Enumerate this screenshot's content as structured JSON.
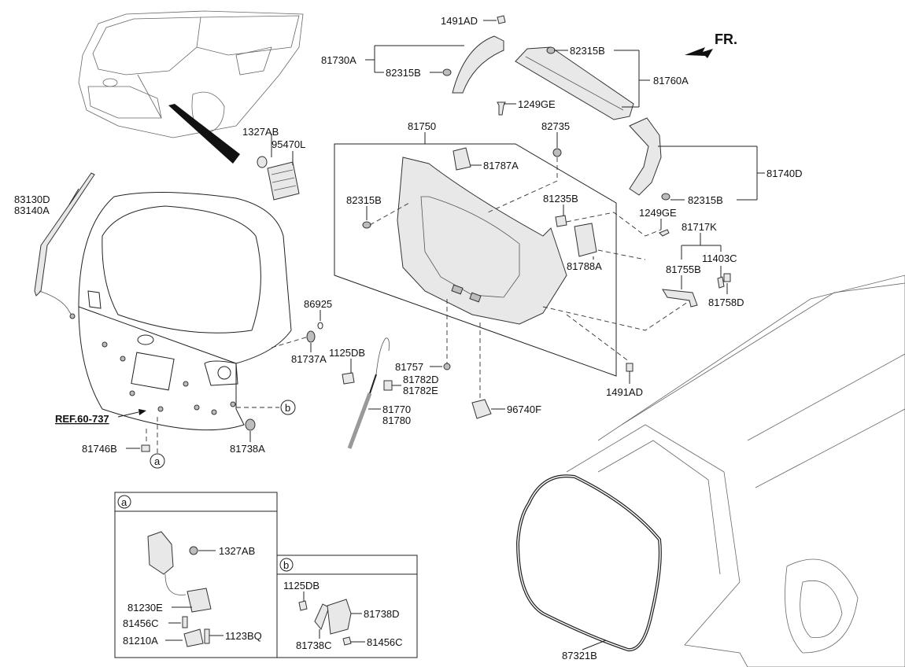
{
  "direction_label": "FR.",
  "ref_label": "REF.60-737",
  "detail_a": {
    "marker": "a",
    "labels": [
      "1327AB",
      "81230E",
      "81456C",
      "81210A",
      "1123BQ"
    ]
  },
  "detail_b": {
    "marker": "b",
    "labels": [
      "1125DB",
      "81738D",
      "81738C",
      "81456C"
    ]
  },
  "callouts": {
    "p1491AD_top": "1491AD",
    "p81730A": "81730A",
    "p82315B_a": "82315B",
    "p82315B_b": "82315B",
    "p81760A": "81760A",
    "p1249GE_a": "1249GE",
    "p81750": "81750",
    "p82735": "82735",
    "p1327AB": "1327AB",
    "p95470L": "95470L",
    "p81787A": "81787A",
    "p81740D": "81740D",
    "p82315B_c": "82315B",
    "p82315B_d": "82315B",
    "p81235B": "81235B",
    "p1249GE_b": "1249GE",
    "p81717K": "81717K",
    "p11403C": "11403C",
    "p81788A": "81788A",
    "p81755B": "81755B",
    "p81758D": "81758D",
    "p83130D": "83130D",
    "p83140A": "83140A",
    "p86925": "86925",
    "p81737A": "81737A",
    "p1125DB": "1125DB",
    "p81757": "81757",
    "p1491AD_bot": "1491AD",
    "p81782D": "81782D",
    "p81782E": "81782E",
    "p81770": "81770",
    "p81780": "81780",
    "p96740F": "96740F",
    "p81746B": "81746B",
    "p81738A": "81738A",
    "p87321B": "87321B",
    "marker_a": "a",
    "marker_b": "b"
  }
}
